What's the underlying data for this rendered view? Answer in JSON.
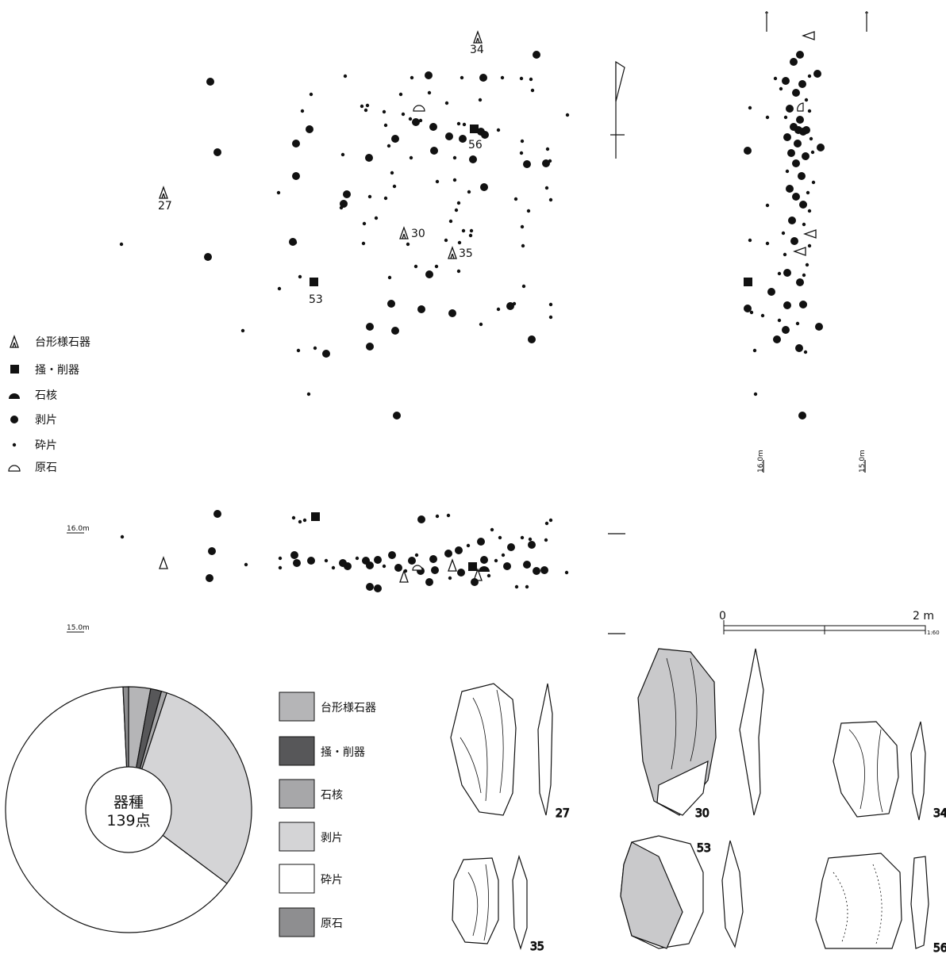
{
  "symbol_legend": [
    {
      "key": "trapezoid",
      "label": "台形様石器"
    },
    {
      "key": "scraper",
      "label": "掻・削器"
    },
    {
      "key": "core",
      "label": "石核"
    },
    {
      "key": "flake",
      "label": "剥片"
    },
    {
      "key": "chip",
      "label": "砕片"
    },
    {
      "key": "raw",
      "label": "原石"
    }
  ],
  "plan_labels": [
    "34",
    "56",
    "27",
    "30",
    "35",
    "53"
  ],
  "elevation_labels": {
    "section_top": "16.0m",
    "section_bottom": "15.0m",
    "side_left": "16.0m",
    "side_right": "15.0m"
  },
  "scale_bar": {
    "start": "0",
    "end": "2 m",
    "ratio": "1:60"
  },
  "chart_data": {
    "type": "pie",
    "title": "",
    "center_label_line1": "器種",
    "center_label_line2": "139点",
    "categories": [
      "台形様石器",
      "掻・削器",
      "石核",
      "剥片",
      "砕片",
      "原石"
    ],
    "values": [
      4,
      2,
      1,
      42,
      89,
      1
    ],
    "colors": [
      "#b5b5b7",
      "#575759",
      "#a7a7a9",
      "#d4d4d6",
      "#ffffff",
      "#8e8e90"
    ]
  },
  "artifact_labels": [
    "27",
    "30",
    "34",
    "35",
    "53",
    "56"
  ]
}
